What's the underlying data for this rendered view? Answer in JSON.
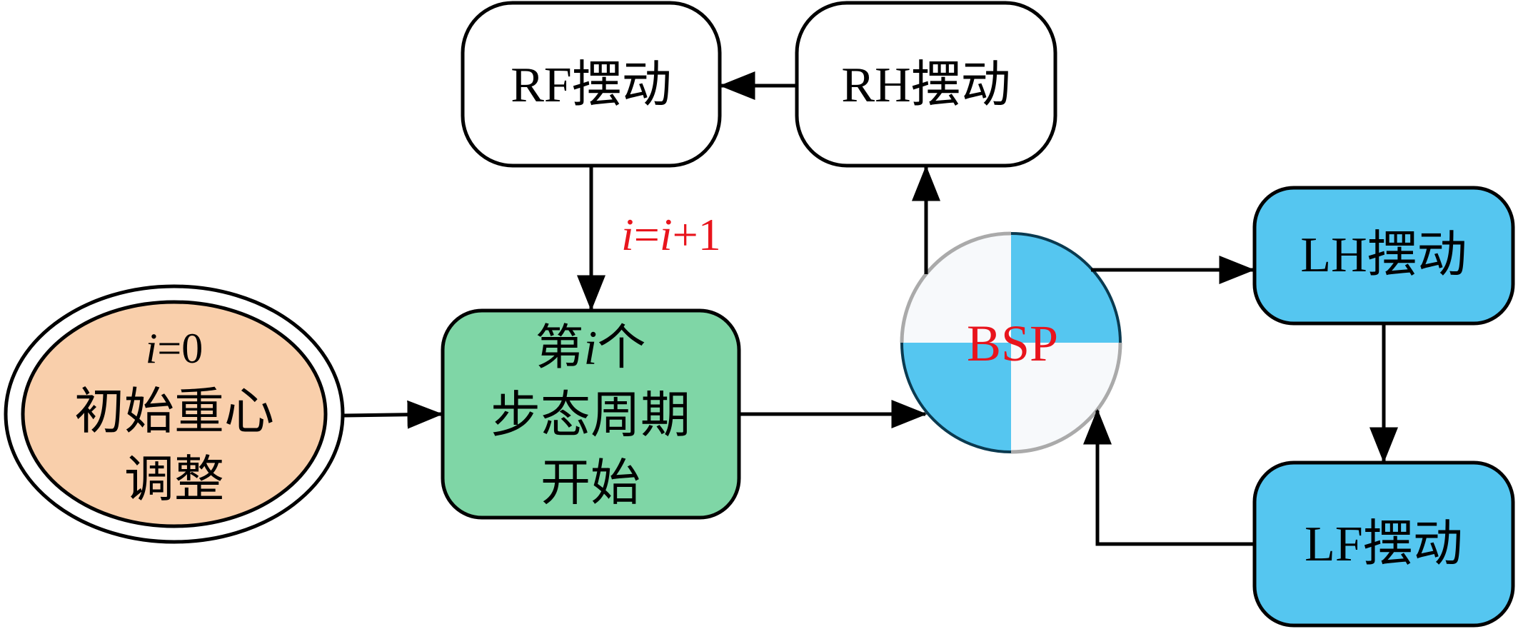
{
  "colors": {
    "start_fill": "#f9cfab",
    "cycle_fill": "#7fd6a6",
    "left_leg_fill": "#55c6f0",
    "white_fill": "#ffffff",
    "bsp_light": "#f7f9fb",
    "bsp_blue": "#55c6f0",
    "counter_text": "#e8141c",
    "stroke": "#000000"
  },
  "nodes": {
    "start": {
      "line1_var": "i",
      "line1_rest": "=0",
      "line2": "初始重心",
      "line3": "调整"
    },
    "cycle": {
      "line1_pre": "第",
      "line1_var": "i",
      "line1_post": "个",
      "line2": "步态周期",
      "line3": "开始"
    },
    "rf": {
      "label": "RF摆动"
    },
    "rh": {
      "label": "RH摆动"
    },
    "bsp": {
      "label": "BSP"
    },
    "lh": {
      "label": "LH摆动"
    },
    "lf": {
      "label": "LF摆动"
    }
  },
  "edges": [
    {
      "from": "start",
      "to": "cycle"
    },
    {
      "from": "cycle",
      "to": "bsp"
    },
    {
      "from": "bsp",
      "to": "rh"
    },
    {
      "from": "rh",
      "to": "rf"
    },
    {
      "from": "rf",
      "to": "cycle",
      "label": "i=i+1"
    },
    {
      "from": "bsp",
      "to": "lh"
    },
    {
      "from": "lh",
      "to": "lf"
    },
    {
      "from": "lf",
      "to": "bsp"
    }
  ],
  "counter_label": {
    "var1": "i",
    "eq": "=",
    "var2": "i",
    "rest": "+1"
  }
}
